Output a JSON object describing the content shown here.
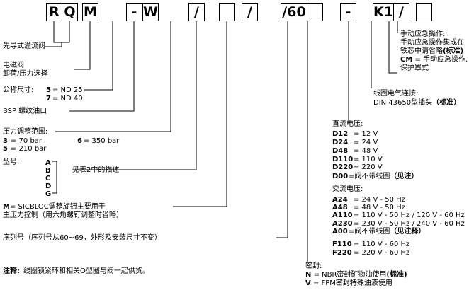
{
  "code_boxes": [
    "R",
    "Q",
    "M",
    "-",
    "W",
    "/",
    "",
    "/",
    "/60",
    "",
    "-",
    "K1",
    "/",
    ""
  ],
  "left": {
    "valve_type": "先导式溢流阀",
    "solenoid": "电磁阀",
    "solenoid_sub": "卸荷/压力选择",
    "nominal_label": "公称尺寸:",
    "nominal_5_code": "5",
    "nominal_5_text": "= ND 25",
    "nominal_7_code": "7",
    "nominal_7_text": "= ND 40",
    "bsp": "BSP 螺纹油口",
    "pressure_label": "压力调整范围:",
    "p3_code": "3",
    "p3_text": "=  70 bar",
    "p5_code": "5",
    "p5_text": "=  210 bar",
    "p6_code": "6",
    "p6_text": "=     350 bar",
    "model_label": "型号:",
    "models": [
      "A",
      "B",
      "C",
      "D",
      "G"
    ],
    "model_note": "见表2中的描述",
    "m_code": "M",
    "m_text1": "= SICBLOC调整旋钮主要用于",
    "m_text2": "主压力控制（用六角螺钉调整时省略）",
    "serial": "序列号（序列号从60~69，外形及安装尺寸不变）",
    "note_label": "注释:",
    "note_text": "线圈锁紧环和相关O型圈与阀一起供货。"
  },
  "right": {
    "manual_title": "手动应急操作:",
    "manual_l1": "手动应急操作集成在",
    "manual_l2a": "铁芯中请省略",
    "manual_l2b": "(标准)",
    "manual_cm_code": "CM",
    "manual_cm_text": "= 手动应急操作,",
    "manual_l4": "保护罩式",
    "coil_title": "线圈电气连接:",
    "coil_text": "DIN 43650型插头",
    "coil_std": "（标准）",
    "dc_title": "直流电压:",
    "dc": [
      {
        "code": "D12",
        "text": "= 12 V"
      },
      {
        "code": "D24",
        "text": "= 24 V"
      },
      {
        "code": "D48",
        "text": "= 48 V"
      },
      {
        "code": "D110",
        "text": "= 110 V"
      },
      {
        "code": "D220",
        "text": "= 220 V"
      }
    ],
    "dc_d00_code": "D00",
    "dc_d00_text": "=阀不带线圈",
    "dc_d00_note": "（见注）",
    "ac_title": "交流电压:",
    "ac": [
      {
        "code": "A24",
        "text": "=  24 V - 50 Hz"
      },
      {
        "code": "A48",
        "text": "=  48 V - 50 Hz"
      },
      {
        "code": "A110",
        "text": "= 110 V - 50 Hz / 120 V - 60 Hz"
      },
      {
        "code": "A230",
        "text": "= 230 V - 50 Hz / 240 V - 60 Hz"
      }
    ],
    "ac_a00_code": "A00",
    "ac_a00_text": "=阀不带线圈",
    "ac_a00_note": "（见注释）",
    "f": [
      {
        "code": "F110",
        "text": "= 110 V - 60 Hz"
      },
      {
        "code": "F220",
        "text": "= 220 V - 60 Hz"
      }
    ],
    "seal_title": "密封:",
    "seal_n_code": "N",
    "seal_n_text": "= NBR密封矿物油使用",
    "seal_n_std": "(标准)",
    "seal_v_code": "V",
    "seal_v_text": "= FPM密封特殊油液使用"
  }
}
